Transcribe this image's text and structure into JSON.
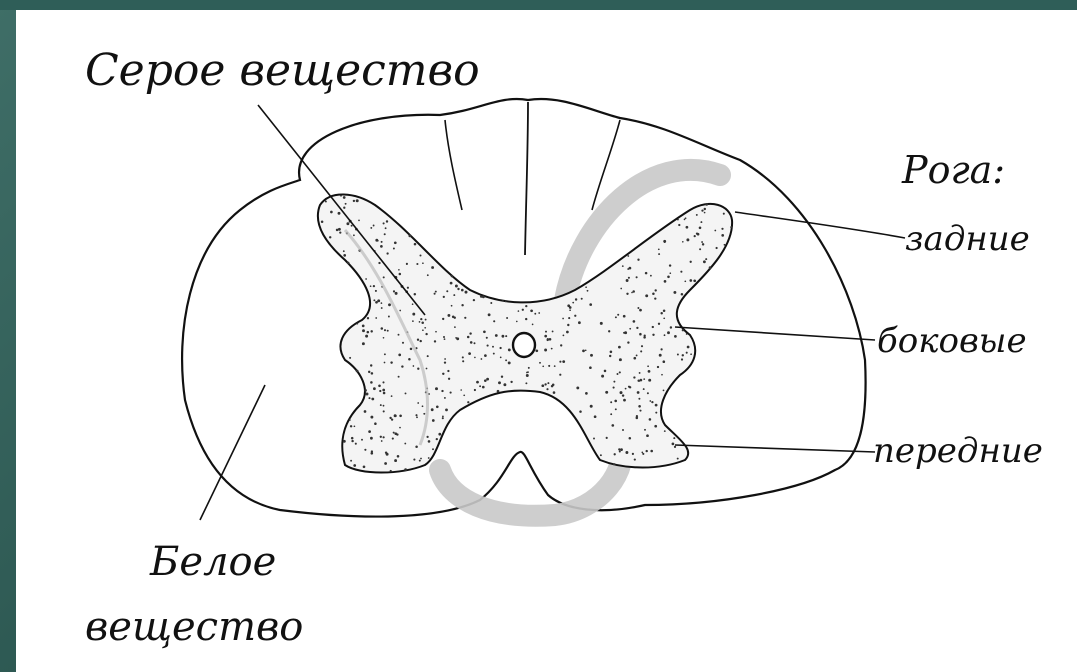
{
  "labels": {
    "grey_matter": "Серое вещество",
    "horns_heading": "Рога:",
    "dorsal_horns": "задние",
    "lateral_horns": "боковые",
    "ventral_horns": "передние",
    "white_matter_line1": "Белое",
    "white_matter_line2": "вещество"
  }
}
